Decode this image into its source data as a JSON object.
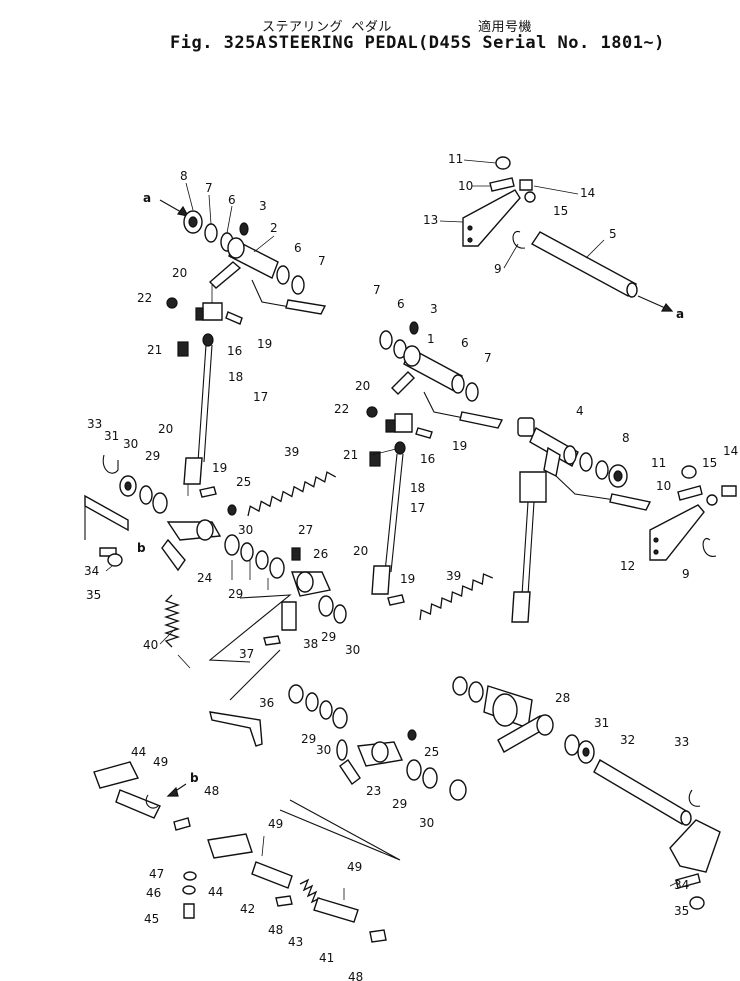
{
  "header": {
    "title_jp": "ステアリング ペダル",
    "fig_label": "Fig. 325A",
    "title_en": "STEERING PEDAL",
    "serial_jp": "適用号機",
    "serial_en": "(D45S Serial No. 1801~)"
  },
  "arrow_labels": {
    "a": "a",
    "b": "b"
  },
  "callouts": [
    {
      "id": "c1",
      "text": "8"
    },
    {
      "id": "c2",
      "text": "7"
    },
    {
      "id": "c3",
      "text": "6"
    },
    {
      "id": "c4",
      "text": "3"
    },
    {
      "id": "c5",
      "text": "2"
    },
    {
      "id": "c6",
      "text": "6"
    },
    {
      "id": "c7",
      "text": "7"
    },
    {
      "id": "c8",
      "text": "20"
    },
    {
      "id": "c9",
      "text": "22"
    },
    {
      "id": "c10",
      "text": "21"
    },
    {
      "id": "c11",
      "text": "16"
    },
    {
      "id": "c12",
      "text": "19"
    },
    {
      "id": "c13",
      "text": "18"
    },
    {
      "id": "c14",
      "text": "17"
    },
    {
      "id": "c15",
      "text": "11"
    },
    {
      "id": "c16",
      "text": "10"
    },
    {
      "id": "c17",
      "text": "14"
    },
    {
      "id": "c18",
      "text": "15"
    },
    {
      "id": "c19",
      "text": "13"
    },
    {
      "id": "c20",
      "text": "5"
    },
    {
      "id": "c21",
      "text": "9"
    },
    {
      "id": "c22",
      "text": "7"
    },
    {
      "id": "c23",
      "text": "6"
    },
    {
      "id": "c24",
      "text": "3"
    },
    {
      "id": "c25",
      "text": "1"
    },
    {
      "id": "c26",
      "text": "6"
    },
    {
      "id": "c27",
      "text": "7"
    },
    {
      "id": "c28",
      "text": "20"
    },
    {
      "id": "c29",
      "text": "22"
    },
    {
      "id": "c30",
      "text": "19"
    },
    {
      "id": "c31",
      "text": "21"
    },
    {
      "id": "c32",
      "text": "16"
    },
    {
      "id": "c33",
      "text": "18"
    },
    {
      "id": "c34",
      "text": "17"
    },
    {
      "id": "c35",
      "text": "4"
    },
    {
      "id": "c36",
      "text": "8"
    },
    {
      "id": "c37",
      "text": "14"
    },
    {
      "id": "c38",
      "text": "11"
    },
    {
      "id": "c39",
      "text": "15"
    },
    {
      "id": "c40",
      "text": "10"
    },
    {
      "id": "c41",
      "text": "12"
    },
    {
      "id": "c42",
      "text": "9"
    },
    {
      "id": "c43",
      "text": "33"
    },
    {
      "id": "c44",
      "text": "31"
    },
    {
      "id": "c45",
      "text": "30"
    },
    {
      "id": "c46",
      "text": "20"
    },
    {
      "id": "c47",
      "text": "29"
    },
    {
      "id": "c48",
      "text": "19"
    },
    {
      "id": "c49",
      "text": "25"
    },
    {
      "id": "c50",
      "text": "39"
    },
    {
      "id": "c51",
      "text": "30"
    },
    {
      "id": "c52",
      "text": "27"
    },
    {
      "id": "c53",
      "text": "26"
    },
    {
      "id": "c54",
      "text": "24"
    },
    {
      "id": "c55",
      "text": "29"
    },
    {
      "id": "c56",
      "text": "34"
    },
    {
      "id": "c57",
      "text": "35"
    },
    {
      "id": "c58",
      "text": "40"
    },
    {
      "id": "c59",
      "text": "37"
    },
    {
      "id": "c60",
      "text": "38"
    },
    {
      "id": "c61",
      "text": "29"
    },
    {
      "id": "c62",
      "text": "30"
    },
    {
      "id": "c63",
      "text": "20"
    },
    {
      "id": "c64",
      "text": "19"
    },
    {
      "id": "c65",
      "text": "39"
    },
    {
      "id": "c66",
      "text": "36"
    },
    {
      "id": "c67",
      "text": "28"
    },
    {
      "id": "c68",
      "text": "29"
    },
    {
      "id": "c69",
      "text": "30"
    },
    {
      "id": "c70",
      "text": "25"
    },
    {
      "id": "c71",
      "text": "31"
    },
    {
      "id": "c72",
      "text": "32"
    },
    {
      "id": "c73",
      "text": "33"
    },
    {
      "id": "c74",
      "text": "23"
    },
    {
      "id": "c75",
      "text": "29"
    },
    {
      "id": "c76",
      "text": "30"
    },
    {
      "id": "c77",
      "text": "44"
    },
    {
      "id": "c78",
      "text": "49"
    },
    {
      "id": "c79",
      "text": "48"
    },
    {
      "id": "c80",
      "text": "49"
    },
    {
      "id": "c81",
      "text": "47"
    },
    {
      "id": "c82",
      "text": "44"
    },
    {
      "id": "c83",
      "text": "46"
    },
    {
      "id": "c84",
      "text": "45"
    },
    {
      "id": "c85",
      "text": "42"
    },
    {
      "id": "c86",
      "text": "48"
    },
    {
      "id": "c87",
      "text": "43"
    },
    {
      "id": "c88",
      "text": "49"
    },
    {
      "id": "c89",
      "text": "41"
    },
    {
      "id": "c90",
      "text": "48"
    },
    {
      "id": "c91",
      "text": "34"
    },
    {
      "id": "c92",
      "text": "35"
    }
  ]
}
